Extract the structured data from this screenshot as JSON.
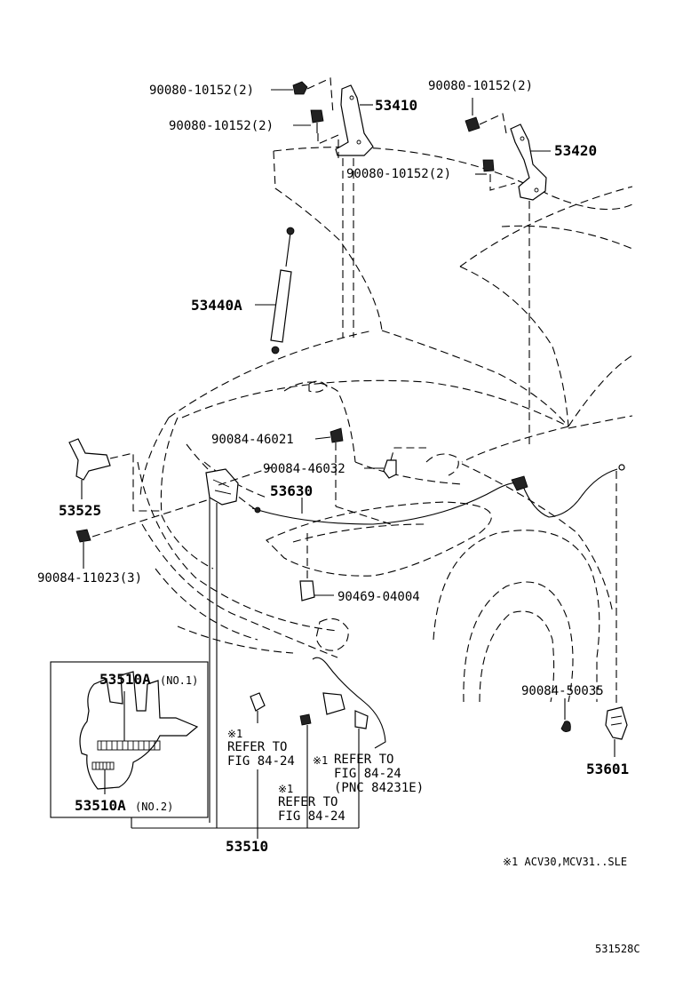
{
  "diagram": {
    "labels": {
      "bolt_hinge_l_left": "90080-10152(2)",
      "bolt_hinge_l_lower": "90080-10152(2)",
      "hinge_l": "53410",
      "bolt_hinge_r_top": "90080-10152(2)",
      "hinge_r": "53420",
      "bolt_hinge_r_lower": "90080-10152(2)",
      "support": "53440A",
      "clip_cable_1": "90084-46021",
      "clip_cable_2": "90084-46032",
      "cable": "53630",
      "hook_part": "53525",
      "bolt_hook": "90084-11023(3)",
      "clamp": "90469-04004",
      "clip_lever": "90084-50035",
      "lever": "53601",
      "lock_no1": "53510A",
      "lock_no1_suffix": "(NO.1)",
      "lock_no2": "53510A",
      "lock_no2_suffix": "(NO.2)",
      "note_mark_1": "※1",
      "refer_1_a": "REFER TO",
      "refer_1_b": "FIG 84-24",
      "note_mark_2": "※1",
      "refer_2_a": "REFER TO",
      "refer_2_b": "FIG 84-24",
      "refer_2_c": "(PNC 84231E)",
      "note_mark_3": "※1",
      "refer_3_a": "REFER TO",
      "refer_3_b": "FIG 84-24",
      "lock_assy": "53510",
      "footnote": "※1 ACV30,MCV31..SLE",
      "figure_code": "531528C"
    }
  }
}
